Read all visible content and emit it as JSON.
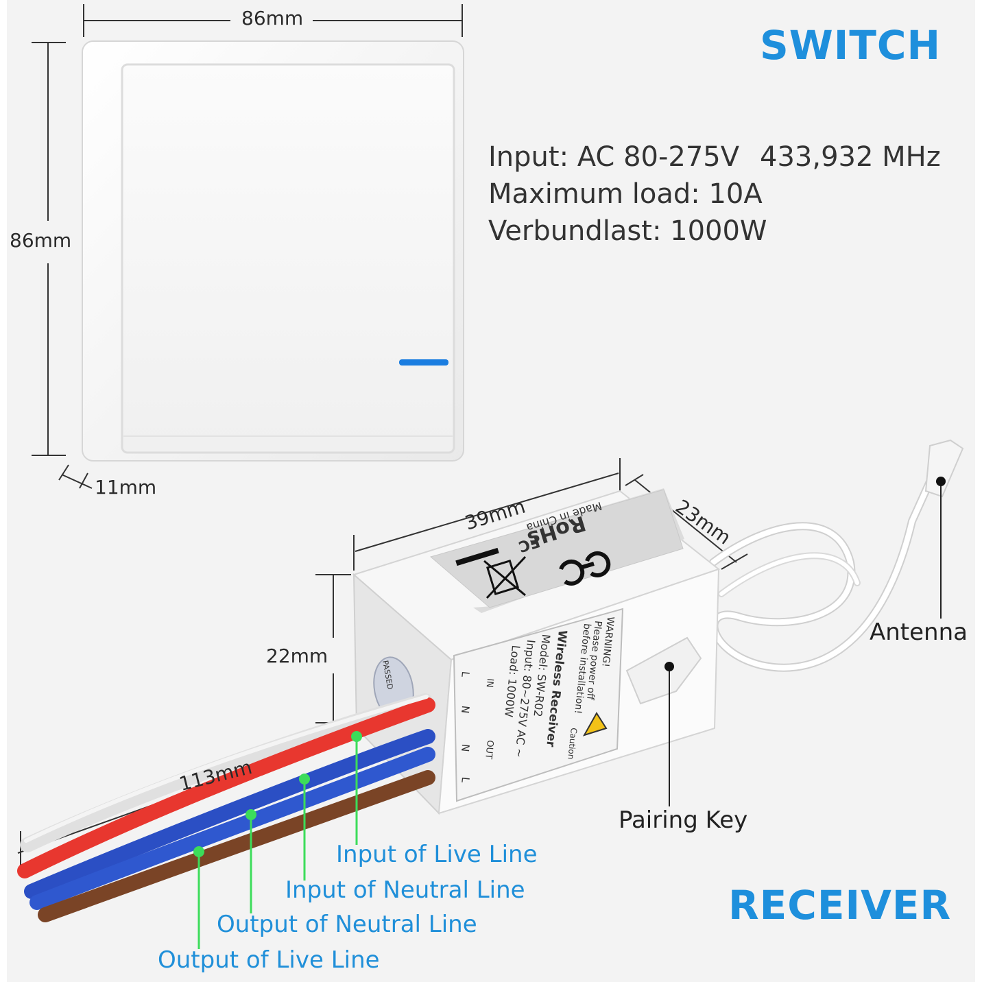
{
  "switch": {
    "title": "SWITCH",
    "width_label": "86mm",
    "height_label": "86mm",
    "depth_label": "11mm",
    "indicator_color": "#1a7de0"
  },
  "specs": {
    "input_voltage": "Input: AC 80-275V",
    "frequency": "433,932 MHz",
    "max_load": "Maximum load: 10A",
    "composite_load": "Verbundlast: 1000W"
  },
  "receiver": {
    "title": "RECEIVER",
    "length_label": "39mm",
    "depth_label": "23mm",
    "height_label": "22mm",
    "cable_label": "113mm",
    "top_label": {
      "rohs": "RoHs",
      "made_in": "Made in China",
      "ce": "CE",
      "fc": "FC"
    },
    "side_label": {
      "warning": "WARNING!",
      "note1": "Please power off",
      "note2": "before installation!",
      "caution": "Caution",
      "name": "Wireless Receiver",
      "model": "Model: SW-R02",
      "input": "Input: 80~275V AC ~",
      "load": "Load: 1000W",
      "in": "IN",
      "out": "OUT",
      "terminals": [
        "L",
        "N",
        "N",
        "L"
      ]
    },
    "sticker": "PASSED"
  },
  "callouts": {
    "antenna": "Antenna",
    "pairing_key": "Pairing Key",
    "input_live": "Input of Live Line",
    "input_neutral": "Input of Neutral Line",
    "output_neutral": "Output of Neutral Line",
    "output_live": "Output of Live Line"
  },
  "colors": {
    "title_blue": "#1e8fdc",
    "callout_blue": "#1f8fd9",
    "marker_green": "#3cdc5a",
    "wire_red": "#e8372f",
    "wire_blue": "#2b4fc4",
    "wire_brown": "#7a4426"
  }
}
